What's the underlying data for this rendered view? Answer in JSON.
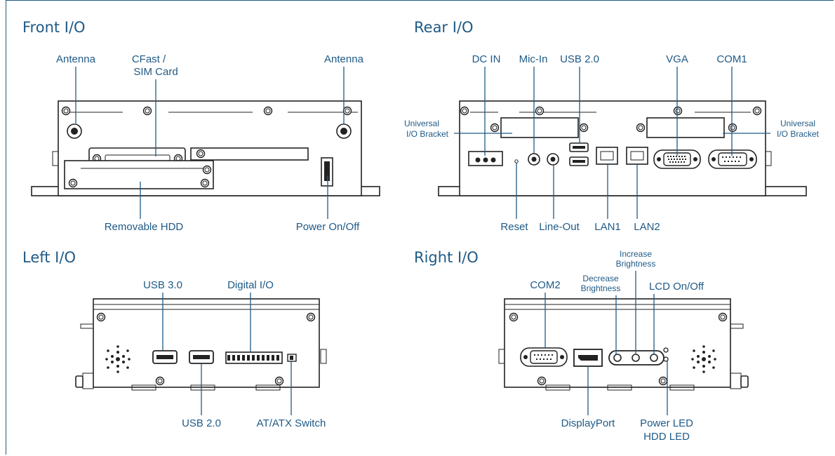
{
  "sections": {
    "front": "Front I/O",
    "rear": "Rear I/O",
    "left": "Left I/O",
    "right": "Right I/O"
  },
  "front_labels": {
    "antenna_left": "Antenna",
    "cfast_line1": "CFast /",
    "cfast_line2": "SIM Card",
    "antenna_right": "Antenna",
    "removable_hdd": "Removable HDD",
    "power": "Power On/Off"
  },
  "rear_labels": {
    "dc_in": "DC IN",
    "mic_in": "Mic-In",
    "usb20": "USB 2.0",
    "vga": "VGA",
    "com1": "COM1",
    "bracket_left_1": "Universal",
    "bracket_left_2": "I/O Bracket",
    "bracket_right_1": "Universal",
    "bracket_right_2": "I/O Bracket",
    "reset": "Reset",
    "line_out": "Line-Out",
    "lan1": "LAN1",
    "lan2": "LAN2"
  },
  "left_labels": {
    "usb30": "USB 3.0",
    "digital_io": "Digital I/O",
    "usb20": "USB 2.0",
    "at_atx": "AT/ATX Switch"
  },
  "right_labels": {
    "increase_1": "Increase",
    "increase_2": "Brightness",
    "decrease_1": "Decrease",
    "decrease_2": "Brightness",
    "com2": "COM2",
    "lcd": "LCD On/Off",
    "displayport": "DisplayPort",
    "power_led": "Power LED",
    "hdd_led": "HDD LED"
  },
  "colors": {
    "accent": "#1f5a86",
    "device": "#222222"
  }
}
